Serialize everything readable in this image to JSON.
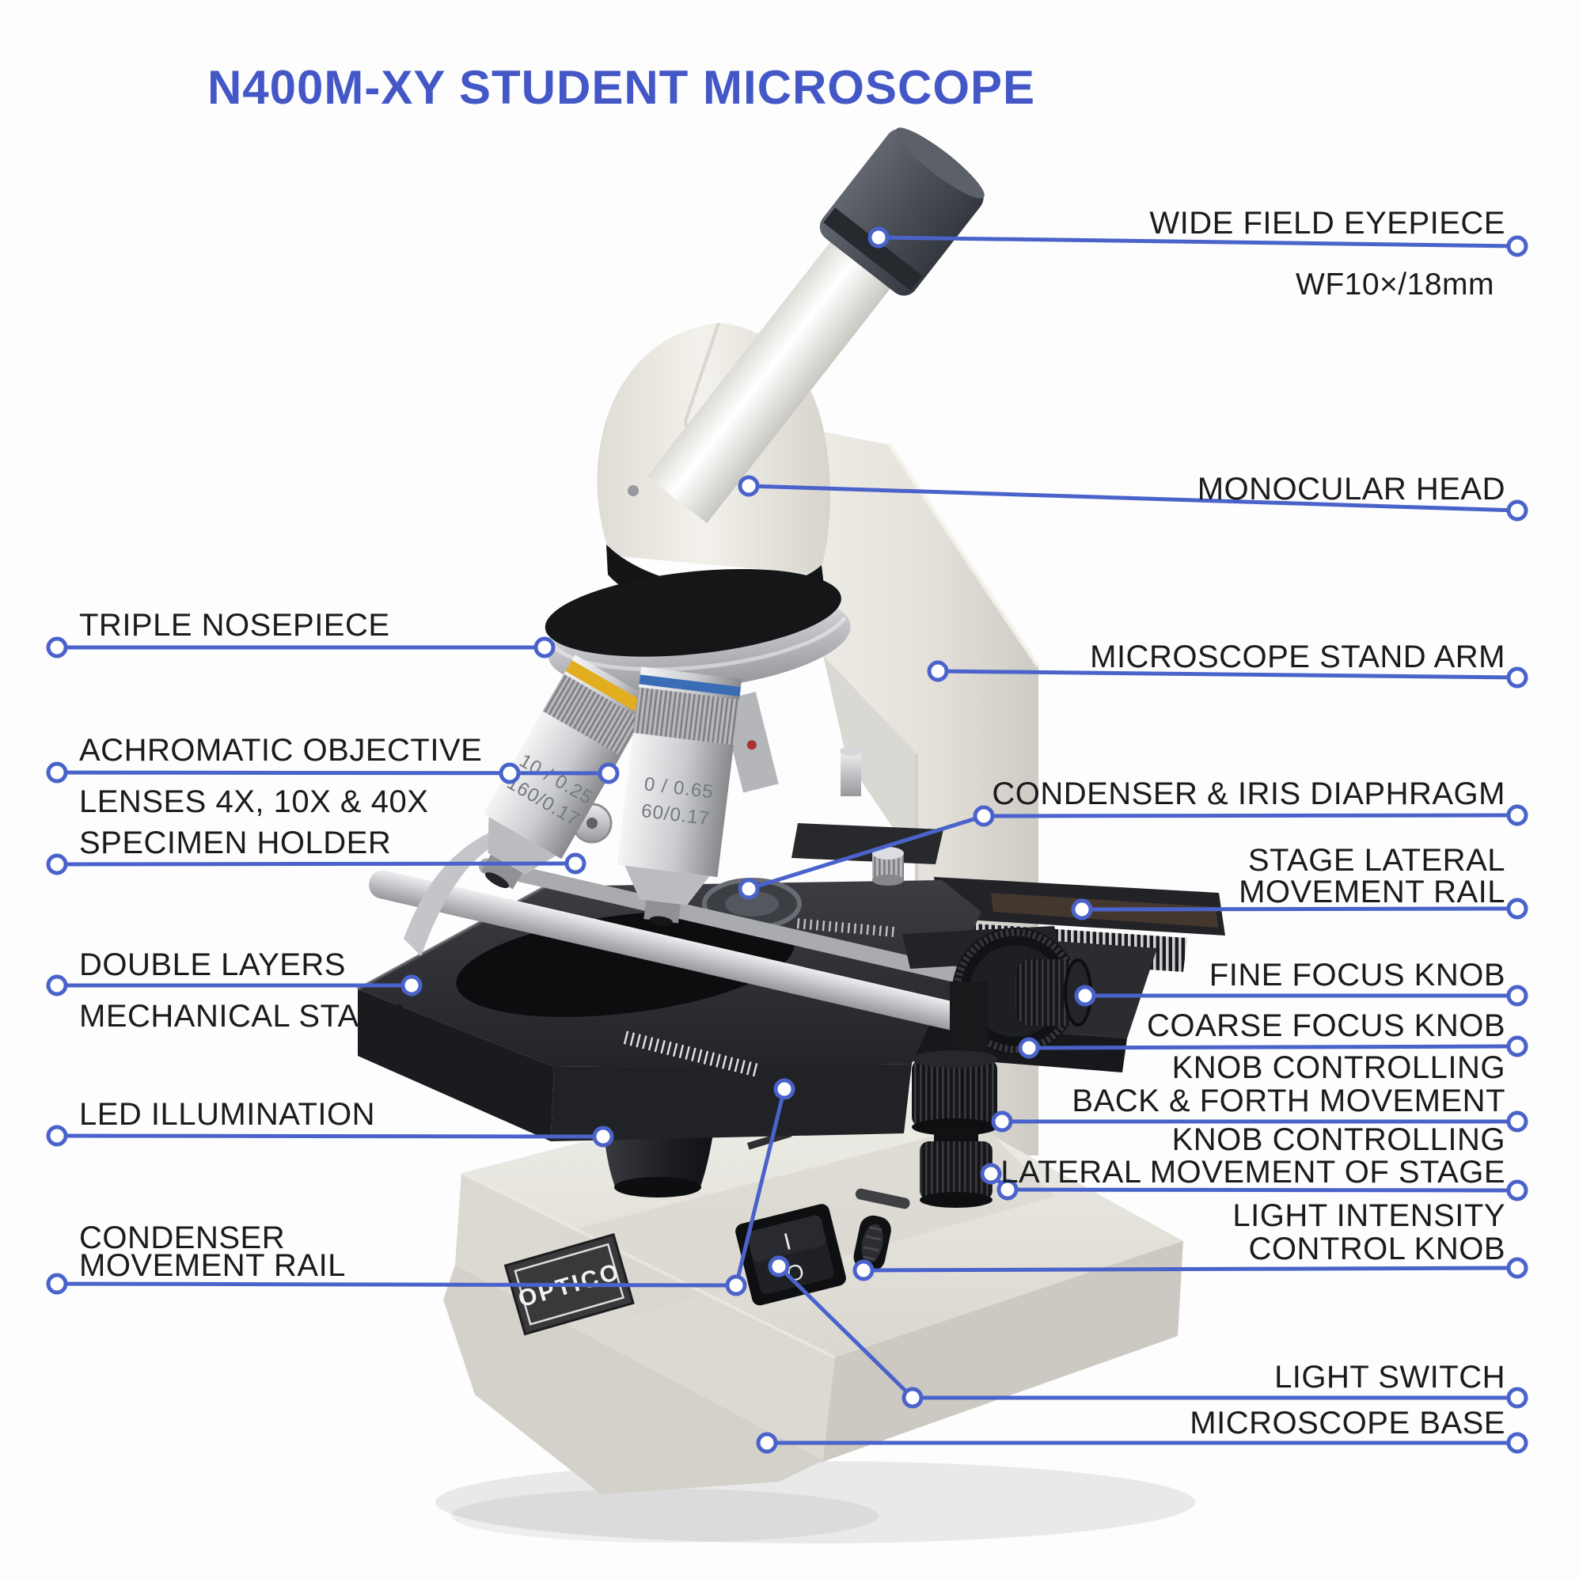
{
  "title": {
    "text": "N400M-XY STUDENT MICROSCOPE"
  },
  "colors": {
    "accent": "#4a63cb",
    "title": "#4457c7",
    "label_text": "#1b1b1d"
  },
  "microscope": {
    "brand": "OPTICO",
    "switch_on": "I",
    "switch_off": "O",
    "objectives": {
      "obj10_l1": "10 / 0.25",
      "obj10_l2": "160/0.17",
      "obj40_l1": "0 / 0.65",
      "obj40_l2": "60/0.17"
    }
  },
  "callouts": {
    "right": [
      {
        "label": "WIDE FIELD EYEPIECE",
        "sub": "WF10×/18mm"
      },
      {
        "label": "MONOCULAR HEAD"
      },
      {
        "label": "MICROSCOPE STAND ARM"
      },
      {
        "label": "CONDENSER & IRIS DIAPHRAGM"
      },
      {
        "line1": "STAGE LATERAL",
        "line2": "MOVEMENT RAIL"
      },
      {
        "label": "FINE FOCUS KNOB"
      },
      {
        "label": "COARSE FOCUS KNOB"
      },
      {
        "line1": "KNOB CONTROLLING",
        "line2": "BACK & FORTH MOVEMENT"
      },
      {
        "line1": "KNOB CONTROLLING",
        "line2": "LATERAL MOVEMENT OF STAGE"
      },
      {
        "line1": "LIGHT INTENSITY",
        "line2": "CONTROL KNOB"
      },
      {
        "label": "LIGHT SWITCH"
      },
      {
        "label": "MICROSCOPE BASE"
      }
    ],
    "left": [
      {
        "label": "TRIPLE NOSEPIECE"
      },
      {
        "line1": "ACHROMATIC OBJECTIVE",
        "line2": "LENSES 4X, 10X & 40X"
      },
      {
        "label": "SPECIMEN HOLDER"
      },
      {
        "line1": "DOUBLE LAYERS",
        "line2": "MECHANICAL STAGE"
      },
      {
        "label": "LED ILLUMINATION"
      },
      {
        "line1": "CONDENSER",
        "line2": "MOVEMENT RAIL"
      }
    ]
  }
}
